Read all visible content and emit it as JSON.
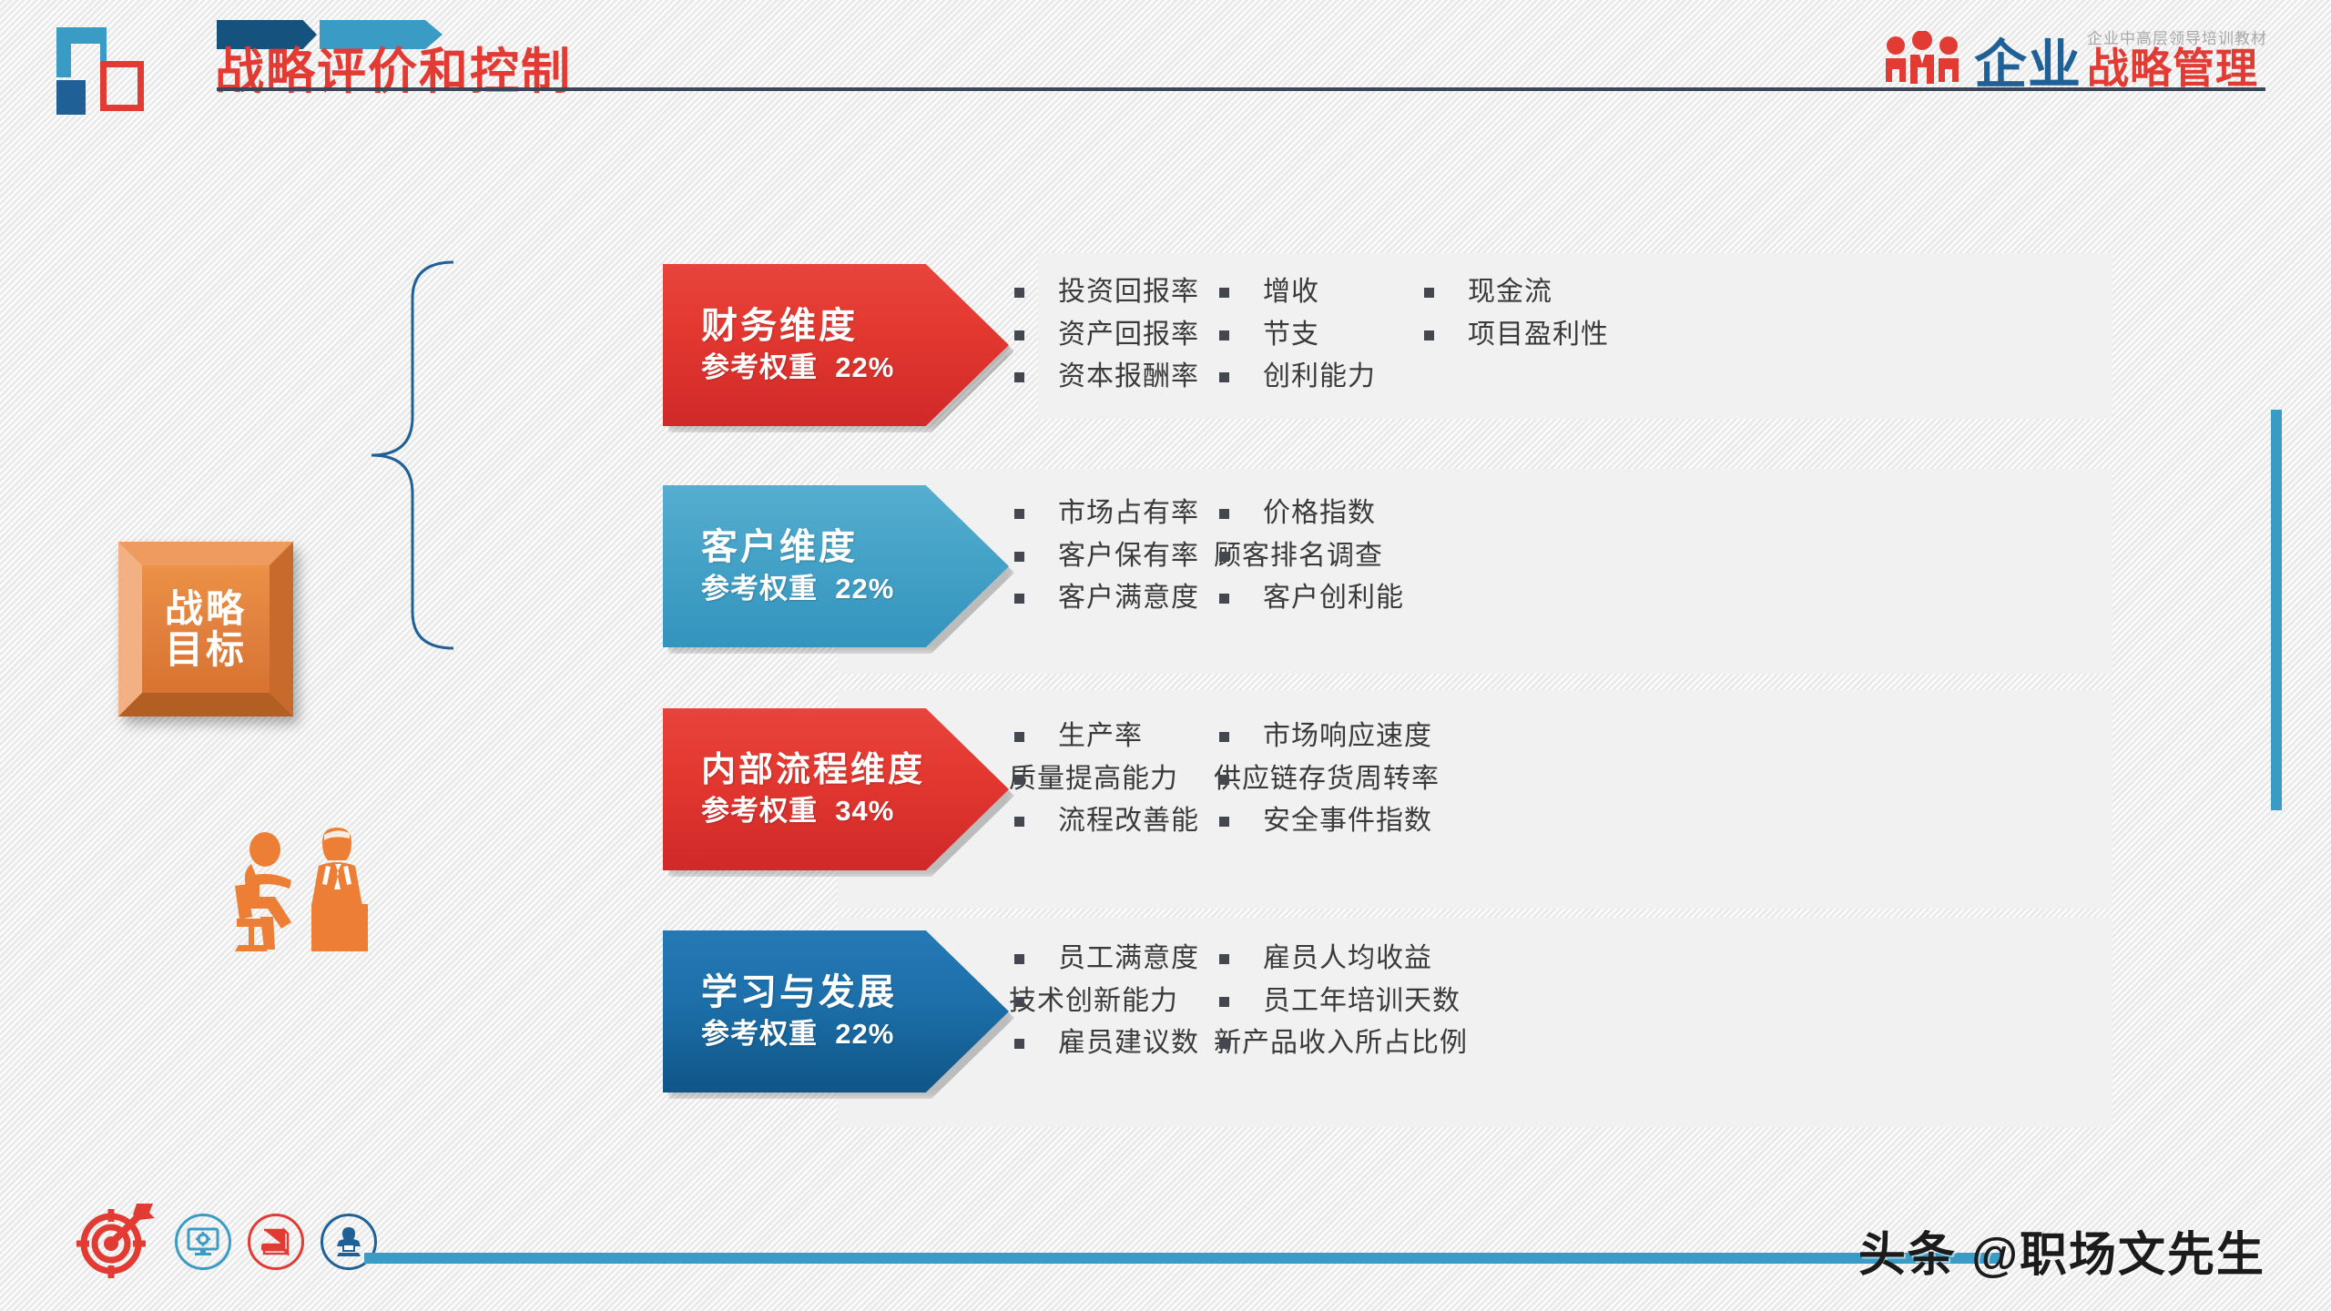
{
  "header": {
    "title": "战略评价和控制",
    "brand": {
      "primary": "企业",
      "secondary": "战略管理",
      "tagline": "企业中高层领导培训教材"
    }
  },
  "goal": {
    "line1": "战略",
    "line2": "目标"
  },
  "rows": [
    {
      "title": "财务维度",
      "weight_label": "参考权重",
      "weight_value": "22%",
      "color": "#e2372f",
      "columns": [
        [
          "投资回报率",
          "资产回报率",
          "资本报酬率"
        ],
        [
          "增收",
          "节支",
          "创利能力"
        ],
        [
          "现金流",
          "项目盈利性"
        ]
      ]
    },
    {
      "title": "客户维度",
      "weight_label": "参考权重",
      "weight_value": "22%",
      "color": "#45a2c7",
      "columns": [
        [
          "市场占有率",
          "客户保有率",
          "客户满意度"
        ],
        [
          "价格指数",
          "顾客排名调查",
          "客户创利能"
        ],
        []
      ]
    },
    {
      "title": "内部流程维度",
      "weight_label": "参考权重",
      "weight_value": "34%",
      "color": "#e2372f",
      "columns": [
        [
          "生产率",
          "质量提高能力",
          "流程改善能"
        ],
        [
          "市场响应速度",
          "供应链存货周转率",
          "安全事件指数"
        ],
        []
      ]
    },
    {
      "title": "学习与发展",
      "weight_label": "参考权重",
      "weight_value": "22%",
      "color": "#1c6fa9",
      "columns": [
        [
          "员工满意度",
          "技术创新能力",
          "雇员建议数"
        ],
        [
          "雇员人均收益",
          "员工年培训天数",
          "新产品收入所占比例"
        ],
        []
      ]
    }
  ],
  "footer": {
    "watermark": "头条 @职场文先生",
    "icons": [
      "target-arrow-icon",
      "monitor-gear-icon",
      "book-icon",
      "person-laptop-icon"
    ]
  },
  "colors": {
    "red": "#e23b33",
    "cyan": "#3a9cc4",
    "blue": "#1f6196",
    "orange": "#e07f3e",
    "dark_rule": "#3b4658"
  }
}
